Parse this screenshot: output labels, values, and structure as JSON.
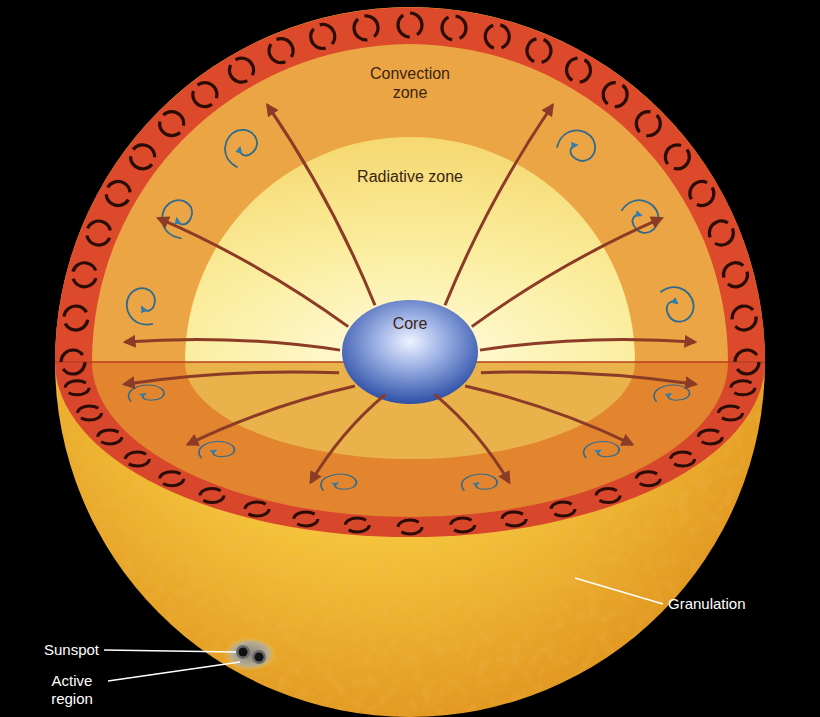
{
  "diagram": {
    "nodes": [
      {
        "text": [
          "Convection zone"
        ]
      },
      {
        "text": [
          "Radiative zone"
        ],
        "in": 0
      },
      {
        "text": [
          "Core"
        ],
        "in": 1
      }
    ],
    "labels": [
      "Sunspot",
      "Active region",
      "Granulation"
    ]
  }
}
